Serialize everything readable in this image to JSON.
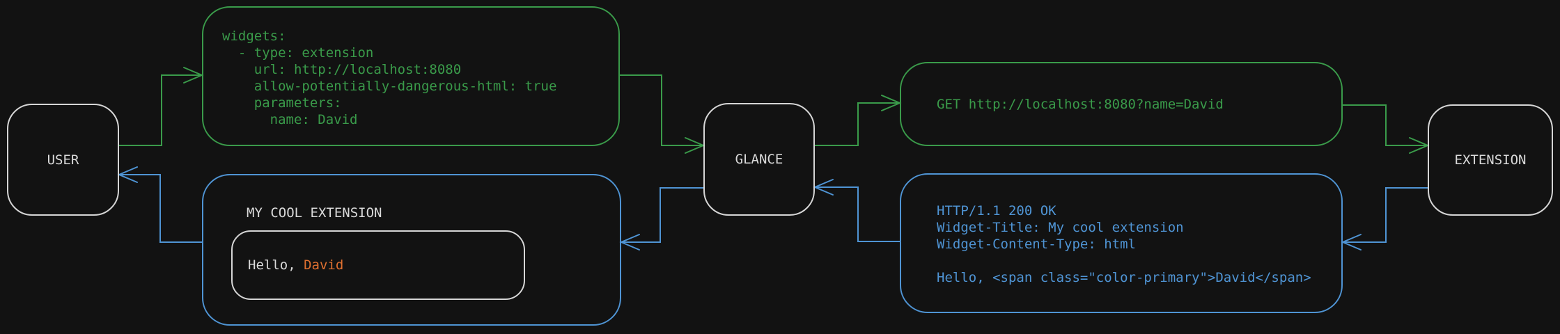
{
  "colors": {
    "background": "#121212",
    "green": "#3a9b4a",
    "blue": "#4f94d4",
    "orange": "#e07030",
    "node_border": "#d6d6d6",
    "text_light": "#dadada"
  },
  "nodes": {
    "user": {
      "label": "USER"
    },
    "glance": {
      "label": "GLANCE"
    },
    "extension": {
      "label": "EXTENSION"
    }
  },
  "config_box": {
    "lines": [
      "widgets:",
      "  - type: extension",
      "    url: http://localhost:8080",
      "    allow-potentially-dangerous-html: true",
      "    parameters:",
      "      name: David"
    ]
  },
  "request_box": {
    "text": "GET http://localhost:8080?name=David"
  },
  "response_box": {
    "lines": [
      "HTTP/1.1 200 OK",
      "Widget-Title: My cool extension",
      "Widget-Content-Type: html",
      "",
      "Hello, <span class=\"color-primary\">David</span>"
    ]
  },
  "widget_box": {
    "title": "MY COOL EXTENSION",
    "greeting_prefix": "Hello, ",
    "greeting_name": "David"
  }
}
